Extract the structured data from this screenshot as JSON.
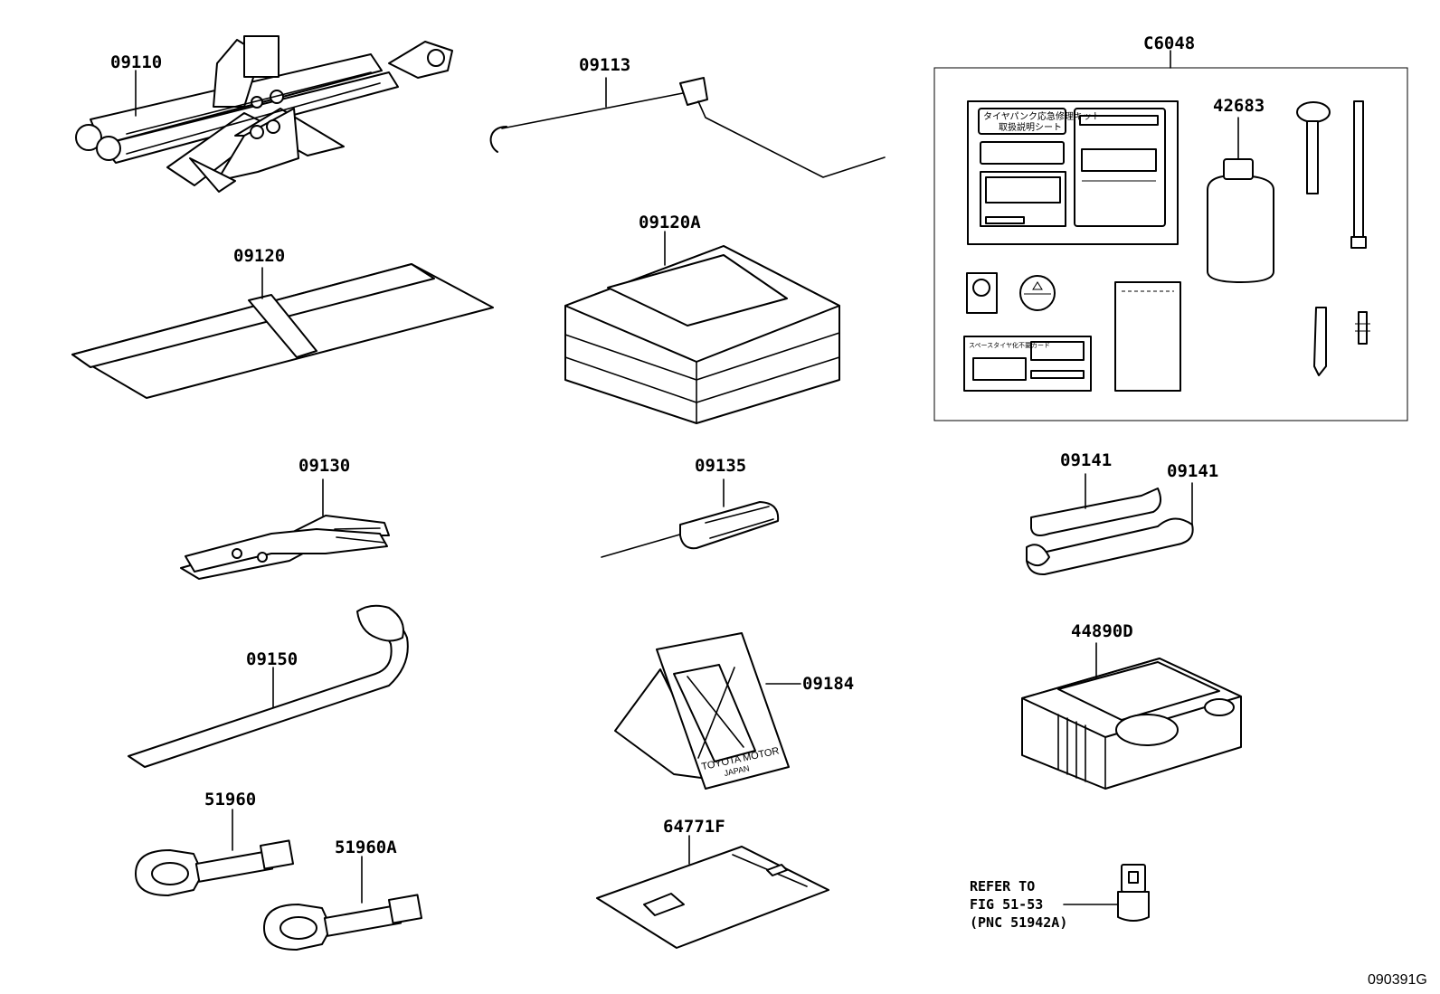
{
  "diagram": {
    "figure_code": "090391G",
    "parts": [
      {
        "id": "jack",
        "label": "09110"
      },
      {
        "id": "jack-handle",
        "label": "09113"
      },
      {
        "id": "tool-bag",
        "label": "09120"
      },
      {
        "id": "tool-case",
        "label": "09120A"
      },
      {
        "id": "repair-kit",
        "label": "C6048"
      },
      {
        "id": "sealant-bottle",
        "label": "42683"
      },
      {
        "id": "pliers",
        "label": "09130"
      },
      {
        "id": "screwdriver",
        "label": "09135"
      },
      {
        "id": "wrench-upper",
        "label": "09141"
      },
      {
        "id": "wrench-lower",
        "label": "09141"
      },
      {
        "id": "wheel-wrench",
        "label": "09150"
      },
      {
        "id": "warning-stand",
        "label": "09184"
      },
      {
        "id": "compressor",
        "label": "44890D"
      },
      {
        "id": "towing-eye",
        "label": "51960"
      },
      {
        "id": "towing-eye-a",
        "label": "51960A"
      },
      {
        "id": "pouch",
        "label": "64771F"
      }
    ],
    "reference_note": [
      "REFER TO",
      "FIG 51-53",
      "(PNC 51942A)"
    ],
    "stand_text": [
      "TOYOTA MOTOR",
      "JAPAN"
    ],
    "kit_sheet_text": [
      "タイヤパンク応急修理キット",
      "取扱説明シート"
    ],
    "kit_card_text": "スペースタイヤ化不要カード"
  }
}
